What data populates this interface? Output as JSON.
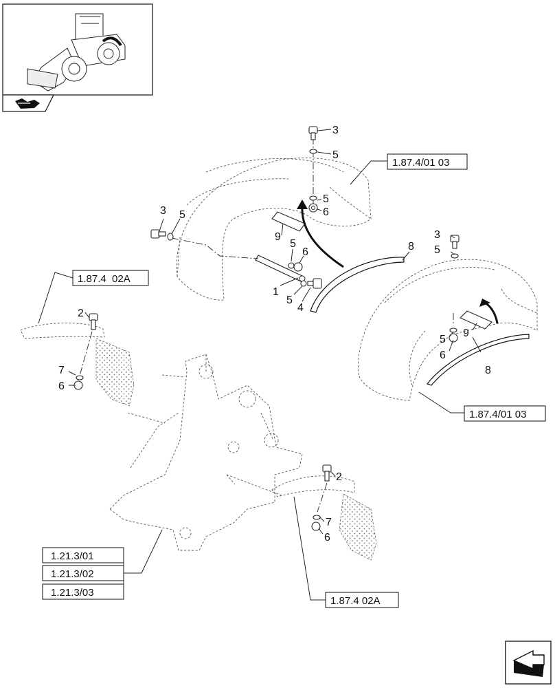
{
  "callouts": {
    "c3_top": "3",
    "c5_top": "5",
    "c5_mid": "5",
    "c6_mid": "6",
    "c3_left": "3",
    "c5_left": "5",
    "c9_left": "9",
    "c5_arm": "5",
    "c6_arm": "6",
    "c1": "1",
    "c5_low": "5",
    "c4": "4",
    "c8_left": "8",
    "c3_right": "3",
    "c5_right": "5",
    "c5_rfender": "5",
    "c9_right": "9",
    "c6_rfender": "6",
    "c8_right": "8",
    "c2_left": "2",
    "c7_left": "7",
    "c6_left": "6",
    "c2_right": "2",
    "c7_right": "7",
    "c6_right": "6"
  },
  "references": {
    "ref_top": "1.87.4/01 03",
    "ref_right": "1.87.4/01 03",
    "ref_left": "1.87.4  02A",
    "ref_bottom": "1.87.4 02A",
    "ref_frame_1": "1.21.3/01",
    "ref_frame_2": "1.21.3/02",
    "ref_frame_3": "1.21.3/03"
  },
  "icons": {
    "thumbnail": "wheel-loader-thumbnail",
    "thumbnail_tab": "pointer-hand-icon",
    "navigation": "next-page-arrow-icon"
  },
  "colors": {
    "line": "#222222",
    "background": "#ffffff"
  }
}
